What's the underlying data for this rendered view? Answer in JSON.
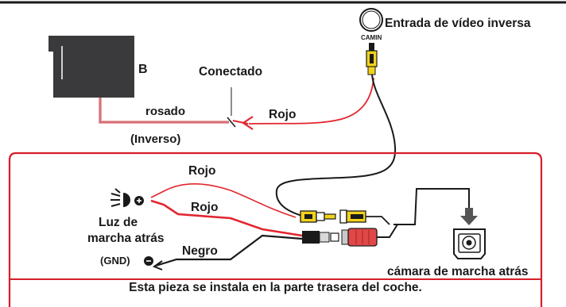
{
  "labels": {
    "b_label": "B",
    "connected": "Conectado",
    "pink": "rosado",
    "reverse": "(Inverso)",
    "red_top": "Rojo",
    "video_input": "Entrada de vídeo inversa",
    "camin": "CAMIN",
    "red_mid1": "Rojo",
    "red_mid2": "Rojo",
    "black": "Negro",
    "light_line1": "Luz de",
    "light_line2": "marcha atrás",
    "gnd": "(GND)",
    "camera": "cámara de marcha atrás",
    "install_note": "Esta pieza se instala en la parte trasera del coche."
  },
  "colors": {
    "red": "#e3262f",
    "dark": "#1a1a1a",
    "pink": "#e8a5a9",
    "yellow": "#f2d21a",
    "unit_gray": "#3a3a3c"
  }
}
